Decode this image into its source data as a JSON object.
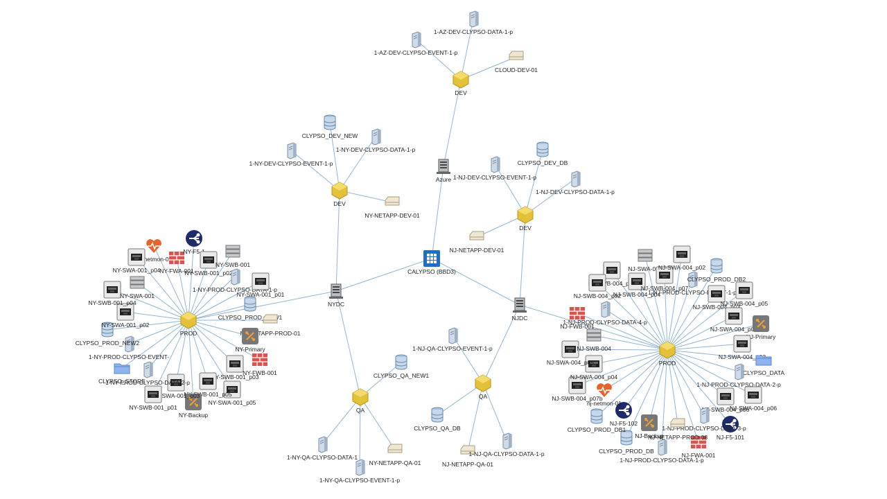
{
  "diagram": {
    "colors": {
      "link": "#8fb4d8",
      "hex": "#e3c23a",
      "root": "#1f6fc5",
      "firewall": "#d9534f",
      "balancer": "#1d2b6b",
      "monitor": "#e8622b",
      "router": "#f0a030"
    },
    "root": {
      "label": "CALYPSO (BBD3)"
    },
    "azure": {
      "label": "Azure",
      "dev": {
        "label": "DEV",
        "children": [
          "1-AZ-DEV-CLYPSO-DATA-1-p",
          "1-AZ-DEV-CLYPSO-EVENT-1-p",
          "CLOUD-DEV-01"
        ]
      }
    },
    "nydc": {
      "label": "NYDC",
      "dev": {
        "label": "DEV",
        "children": [
          "CLYPSO_DEV_NEW",
          "1-NY-DEV-CLYPSO-DATA-1-p",
          "1-NY-DEV-CLYPSO-EVENT-1-p",
          "NY-NETAPP-DEV-01"
        ]
      },
      "qa": {
        "label": "QA",
        "children": [
          "CLYPSO_QA_NEW1",
          "1-NY-QA-CLYPSO-DATA-1",
          "1-NY-QA-CLYPSO-EVENT-1-p",
          "NY-NETAPP-QA-01"
        ]
      },
      "prod": {
        "label": "PROD",
        "children": [
          "ny-netmon-01",
          "NY-FWA-001",
          "NY-F5-1",
          "NY-SWB-001_p02",
          "NY-SWB-001",
          "1-NY-PROD-CLYPSO-DATA-1-p",
          "NY-SWA-001_p01",
          "CLYPSO_PROD_NEW1",
          "NY-NETAPP-PROD-01",
          "NY-Primary",
          "NY-FWB-001",
          "NY-SWB-001_p03",
          "NY-SWA-001_p05",
          "NY-SWB-001_p05",
          "NY-Backup",
          "NY-SWA-001_p03",
          "NY-SWB-001_p01",
          "1-NY-PROD-CLYPSO-DATA-2-p",
          "CLYPSO_STORE",
          "1-NY-PROD-CLYPSO-EVENT-",
          "CLYPSO_PROD_NEW2",
          "NY-SWA-001_p02",
          "NY-SWB-001_p04",
          "NY-SWA-001",
          "NY-SWA-001_p04"
        ]
      }
    },
    "njdc": {
      "label": "NJDC",
      "dev": {
        "label": "DEV",
        "children": [
          "CLYPSO_DEV_DB",
          "1-NJ-DEV-CLYPSO-EVENT-1-p",
          "1-NJ-DEV-CLYPSO-DATA-1-p",
          "NJ-NETAPP-DEV-01"
        ]
      },
      "qa": {
        "label": "QA",
        "children": [
          "1-NJ-QA-CLYPSO-EVENT-1-p",
          "CLYPSO_QA_DB",
          "NJ-NETAPP-QA-01",
          "1-NJ-QA-CLYPSO-DATA-1-p"
        ]
      },
      "prod": {
        "label": "PROD",
        "children": [
          "NJ-SWB-004_p01",
          "NJ-SWB-004_p04",
          "NJ-SWA-004",
          "NJ-SWB-004_p07",
          "NJ-SWA-004_p02",
          "1-NJ-PROD-CLYPSO-EVENT-1-p",
          "CLYPSO_PROD_DB2",
          "NJ-SWB-004_p03",
          "NJ-SWB-004_p05",
          "NJ-SWA-004_p01",
          "NJ-Primary",
          "NJ-SWA-004_p03",
          "CLYPSO_DATA",
          "1-NJ-PROD-CLYPSO-DATA-2-p",
          "NJ-SWA-004_p06",
          "NJ-SWB-004_p06",
          "NJ-F5-101",
          "1-NJ-PROD-CLYPSO-DATA-3-p",
          "NJ-FWA-001",
          "NJ-NETAPP-PROD-08",
          "1-NJ-PROD-CLYPSO-DATA-1-p",
          "NJ-Backup",
          "CLYPSO_PROD_DB",
          "NJ-F5-102",
          "CLYPSO_PROD_DB1",
          "nj-netmon-01",
          "NJ-SWB-004_p07b",
          "NJ-SWA-004_p04",
          "NJ-SWA-004_p05",
          "NJ-SWB-004",
          "NJ-FWB-001",
          "1-NJ-PROD-CLYPSO-DATA-4-p",
          "NJ-SWB-004_p02"
        ]
      }
    }
  }
}
